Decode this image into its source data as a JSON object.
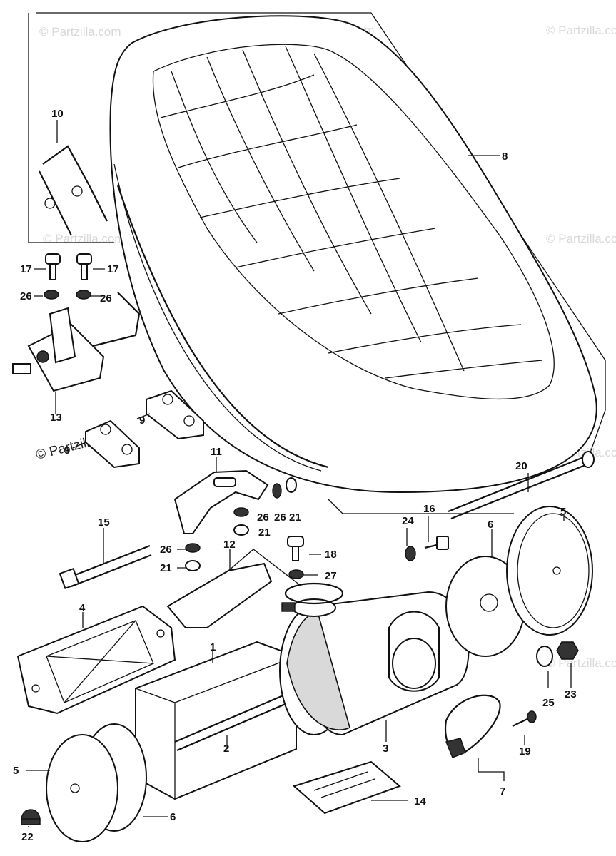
{
  "watermark": "© Partzilla.com",
  "part_callouts": [
    {
      "id": "p1",
      "text": "1"
    },
    {
      "id": "p2",
      "text": "2"
    },
    {
      "id": "p3",
      "text": "3"
    },
    {
      "id": "p4",
      "text": "4"
    },
    {
      "id": "p5a",
      "text": "5"
    },
    {
      "id": "p5b",
      "text": "5"
    },
    {
      "id": "p6a",
      "text": "6"
    },
    {
      "id": "p6b",
      "text": "6"
    },
    {
      "id": "p7",
      "text": "7"
    },
    {
      "id": "p8",
      "text": "8"
    },
    {
      "id": "p9a",
      "text": "9"
    },
    {
      "id": "p9b",
      "text": "9"
    },
    {
      "id": "p10",
      "text": "10"
    },
    {
      "id": "p11",
      "text": "11"
    },
    {
      "id": "p12",
      "text": "12"
    },
    {
      "id": "p13",
      "text": "13"
    },
    {
      "id": "p14",
      "text": "14"
    },
    {
      "id": "p15",
      "text": "15"
    },
    {
      "id": "p16",
      "text": "16"
    },
    {
      "id": "p17a",
      "text": "17"
    },
    {
      "id": "p17b",
      "text": "17"
    },
    {
      "id": "p18",
      "text": "18"
    },
    {
      "id": "p19",
      "text": "19"
    },
    {
      "id": "p20",
      "text": "20"
    },
    {
      "id": "p21a",
      "text": "21"
    },
    {
      "id": "p21b",
      "text": "21"
    },
    {
      "id": "p21c",
      "text": "21"
    },
    {
      "id": "p22",
      "text": "22"
    },
    {
      "id": "p23",
      "text": "23"
    },
    {
      "id": "p24",
      "text": "24"
    },
    {
      "id": "p25",
      "text": "25"
    },
    {
      "id": "p26a",
      "text": "26"
    },
    {
      "id": "p26b",
      "text": "26"
    },
    {
      "id": "p26c",
      "text": "26"
    },
    {
      "id": "p26d",
      "text": "26"
    },
    {
      "id": "p26e",
      "text": "26"
    },
    {
      "id": "p27",
      "text": "27"
    }
  ]
}
